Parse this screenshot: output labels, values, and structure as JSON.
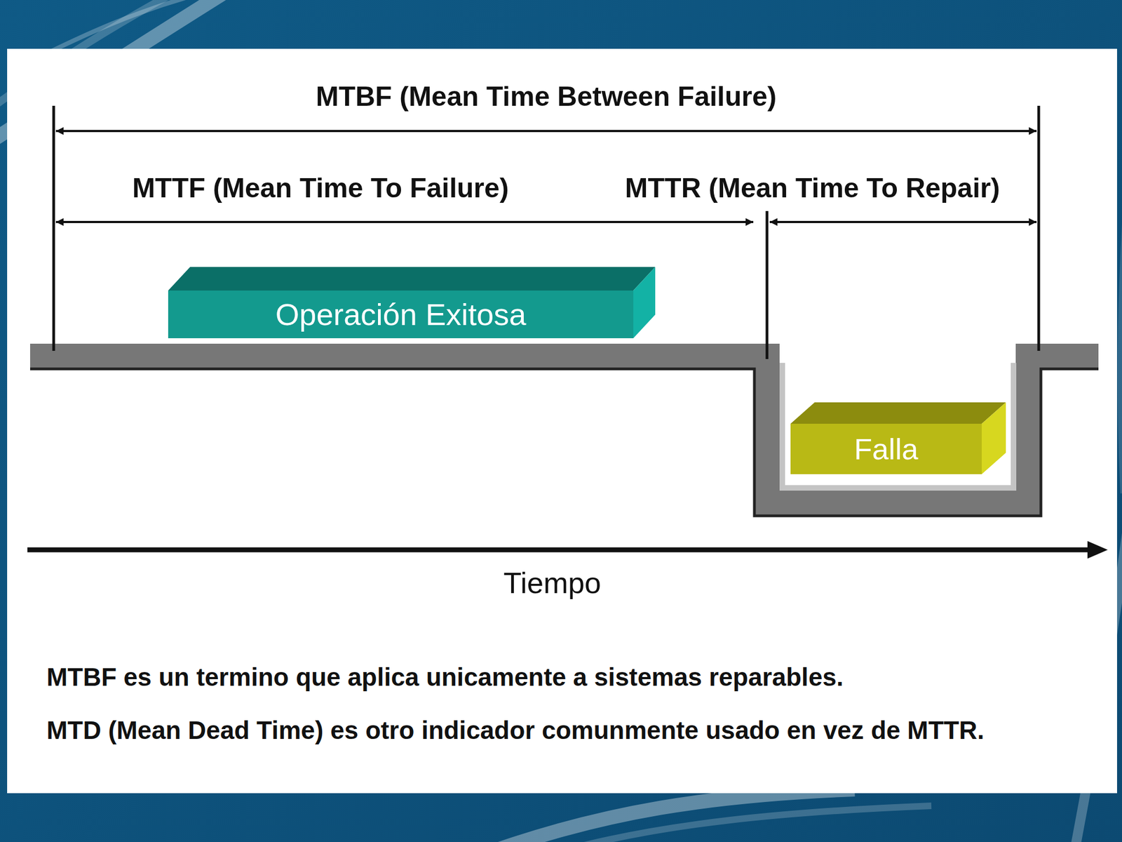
{
  "diagram": {
    "nodes": [
      {
        "text": [
          "Operación Exitosa"
        ]
      },
      {
        "text": [
          "Falla"
        ]
      }
    ],
    "labels": [
      "MTBF (Mean Time Between Failure)",
      "MTTF (Mean Time To Failure)",
      "MTTR (Mean Time To Repair)",
      "Tiempo",
      "MTBF es un termino que aplica unicamente a sistemas reparables.",
      "MTD (Mean Dead Time) es otro indicador comunmente usado en vez de MTTR."
    ]
  }
}
